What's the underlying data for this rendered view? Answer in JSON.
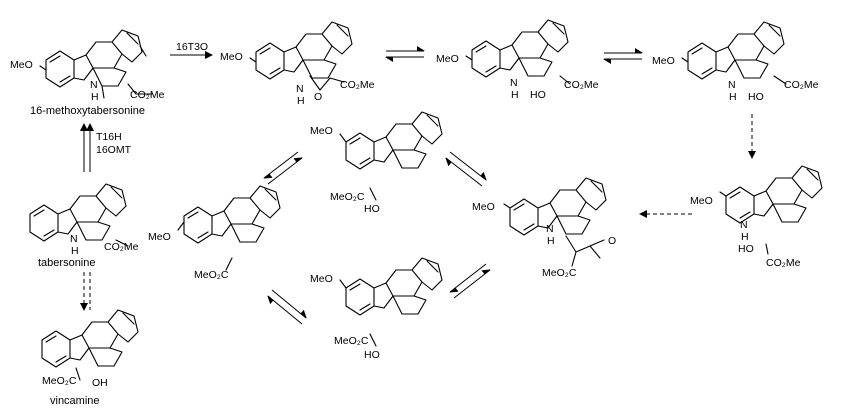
{
  "compounds": {
    "c1": {
      "name": "16-methoxytabersonine",
      "label_ome": "MeO",
      "label_nh": "N",
      "label_h": "H",
      "label_ester": "CO₂Me"
    },
    "c2": {
      "label_ome": "MeO",
      "label_nh": "N",
      "label_h": "H",
      "label_o": "O",
      "label_ester": "CO₂Me"
    },
    "c3": {
      "label_ome": "MeO",
      "label_n": "N",
      "label_h": "H",
      "label_ho": "HO",
      "label_ester": "CO₂Me"
    },
    "c4": {
      "label_ome": "MeO",
      "label_n": "N",
      "label_h": "H",
      "label_ho": "HO",
      "label_ester": "CO₂Me"
    },
    "c5": {
      "name": "tabersonine",
      "label_nh": "N",
      "label_h": "H",
      "label_ester": "CO₂Me"
    },
    "c6": {
      "name": "vincamine",
      "label_ester": "MeO₂C",
      "label_oh": "OH"
    },
    "c7": {
      "label_ome": "MeO",
      "label_ester": "MeO₂C",
      "label_ho": "HO"
    },
    "c8": {
      "label_ome": "MeO",
      "label_ester": "MeO₂C"
    },
    "c9": {
      "label_ome": "MeO",
      "label_ester": "MeO₂C",
      "label_ho": "HO"
    },
    "c10": {
      "label_ome": "MeO",
      "label_nh": "N",
      "label_h": "H",
      "label_ester": "MeO₂C",
      "label_o": "O"
    },
    "c11": {
      "label_ome": "MeO",
      "label_n": "N",
      "label_h": "H",
      "label_ho": "HO",
      "label_ester": "CO₂Me"
    }
  },
  "arrows": {
    "a1_label": "16T3O",
    "a2_label_top": "T16H",
    "a2_label_bottom": "16OMT"
  }
}
